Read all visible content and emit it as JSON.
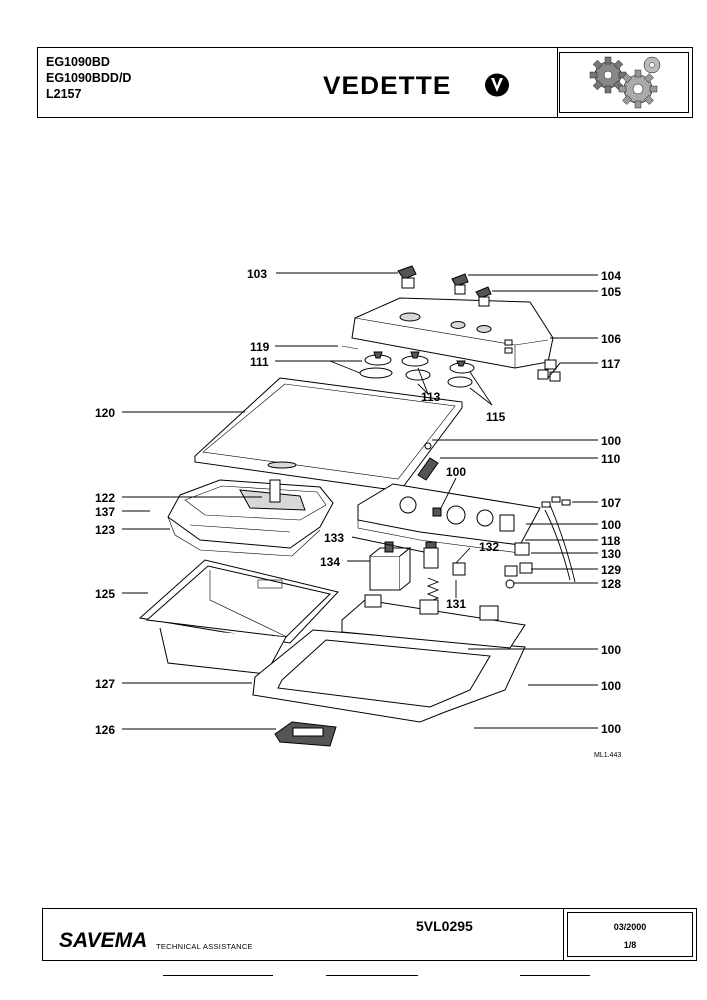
{
  "header": {
    "models": [
      "EG1090BD",
      "EG1090BDD/D",
      "L2157"
    ],
    "brand": "VEDETTE"
  },
  "diagram": {
    "reference": "ML1.443",
    "callouts": [
      {
        "id": "c103",
        "label": "103",
        "side": "left"
      },
      {
        "id": "c104",
        "label": "104",
        "side": "right"
      },
      {
        "id": "c105",
        "label": "105",
        "side": "right"
      },
      {
        "id": "c106",
        "label": "106",
        "side": "right"
      },
      {
        "id": "c119",
        "label": "119",
        "side": "left"
      },
      {
        "id": "c111",
        "label": "111",
        "side": "left"
      },
      {
        "id": "c117",
        "label": "117",
        "side": "right"
      },
      {
        "id": "c113",
        "label": "113",
        "side": "bottom"
      },
      {
        "id": "c115",
        "label": "115",
        "side": "bottom"
      },
      {
        "id": "c120",
        "label": "120",
        "side": "left"
      },
      {
        "id": "c100a",
        "label": "100",
        "side": "right"
      },
      {
        "id": "c110",
        "label": "110",
        "side": "right"
      },
      {
        "id": "c100b",
        "label": "100",
        "side": "top"
      },
      {
        "id": "c122",
        "label": "122",
        "side": "left"
      },
      {
        "id": "c137",
        "label": "137",
        "side": "left"
      },
      {
        "id": "c107",
        "label": "107",
        "side": "right"
      },
      {
        "id": "c123",
        "label": "123",
        "side": "left"
      },
      {
        "id": "c100c",
        "label": "100",
        "side": "right"
      },
      {
        "id": "c133",
        "label": "133",
        "side": "left"
      },
      {
        "id": "c118",
        "label": "118",
        "side": "right"
      },
      {
        "id": "c132",
        "label": "132",
        "side": "right"
      },
      {
        "id": "c134",
        "label": "134",
        "side": "left"
      },
      {
        "id": "c130",
        "label": "130",
        "side": "right"
      },
      {
        "id": "c129",
        "label": "129",
        "side": "right"
      },
      {
        "id": "c128",
        "label": "128",
        "side": "right"
      },
      {
        "id": "c125",
        "label": "125",
        "side": "left"
      },
      {
        "id": "c131",
        "label": "131",
        "side": "bottom"
      },
      {
        "id": "c100d",
        "label": "100",
        "side": "right"
      },
      {
        "id": "c127",
        "label": "127",
        "side": "left"
      },
      {
        "id": "c100e",
        "label": "100",
        "side": "right"
      },
      {
        "id": "c126",
        "label": "126",
        "side": "left"
      },
      {
        "id": "c100f",
        "label": "100",
        "side": "right"
      }
    ]
  },
  "footer": {
    "company": "SAVEMA",
    "subtitle": "TECHNICAL ASSISTANCE",
    "document_ref": "5VL0295",
    "date": "03/2000",
    "page": "1/8"
  }
}
